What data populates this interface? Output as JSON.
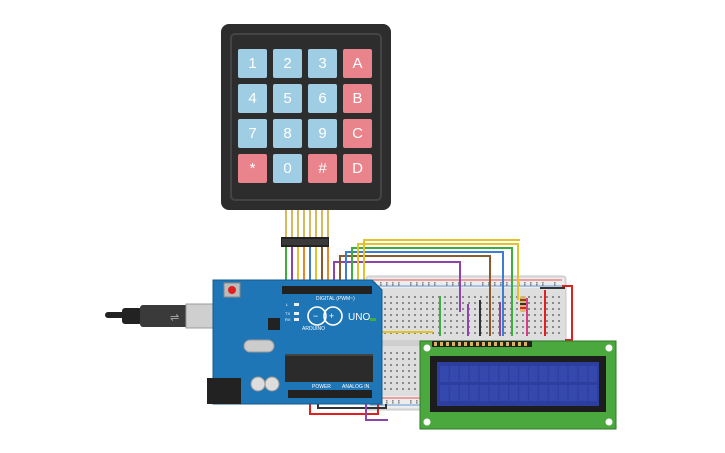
{
  "keypad": {
    "keys": [
      {
        "label": "1",
        "kind": "num"
      },
      {
        "label": "2",
        "kind": "num"
      },
      {
        "label": "3",
        "kind": "num"
      },
      {
        "label": "A",
        "kind": "op"
      },
      {
        "label": "4",
        "kind": "num"
      },
      {
        "label": "5",
        "kind": "num"
      },
      {
        "label": "6",
        "kind": "num"
      },
      {
        "label": "B",
        "kind": "op"
      },
      {
        "label": "7",
        "kind": "num"
      },
      {
        "label": "8",
        "kind": "num"
      },
      {
        "label": "9",
        "kind": "num"
      },
      {
        "label": "C",
        "kind": "op"
      },
      {
        "label": "*",
        "kind": "op"
      },
      {
        "label": "0",
        "kind": "num"
      },
      {
        "label": "#",
        "kind": "op"
      },
      {
        "label": "D",
        "kind": "op"
      }
    ]
  },
  "arduino": {
    "model_label": "UNO",
    "brand_label": "ARDUINO",
    "digital_label": "DIGITAL (PWM~)",
    "power_label": "POWER",
    "analog_label": "ANALOG IN",
    "tx_label": "TX",
    "rx_label": "RX",
    "l_label": "L"
  },
  "colors": {
    "arduino_board": "#1f76b7",
    "keypad_body": "#2d2d2d",
    "key_number": "#9fcde4",
    "key_letter": "#e9848c",
    "lcd_board": "#4aa83f",
    "lcd_screen": "#2c3f9e",
    "breadboard": "#dcdcdc",
    "wire_red": "#e02020",
    "wire_black": "#333333",
    "wire_yellow": "#e3c22b",
    "wire_blue": "#3a7fd0",
    "wire_purple": "#8e44ad",
    "wire_orange": "#e08a2b",
    "wire_brown": "#8b5a2b",
    "wire_green": "#3cae3c",
    "wire_pink": "#d63c8a"
  }
}
